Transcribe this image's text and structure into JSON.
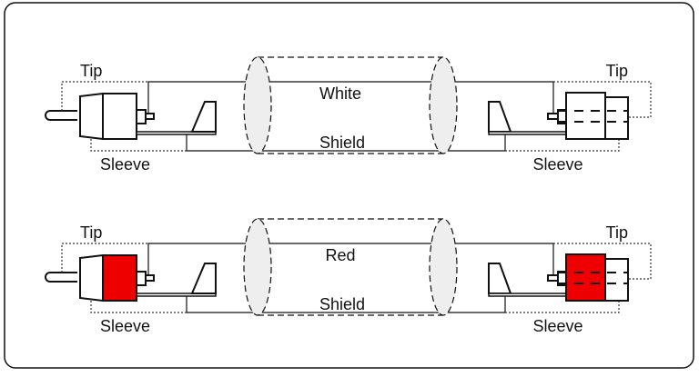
{
  "cables": [
    {
      "tip_left": "Tip",
      "sleeve_left": "Sleeve",
      "conductor": "White",
      "shield": "Shield",
      "tip_right": "Tip",
      "sleeve_right": "Sleeve",
      "plug_color": "#ffffff"
    },
    {
      "tip_left": "Tip",
      "sleeve_left": "Sleeve",
      "conductor": "Red",
      "shield": "Shield",
      "tip_right": "Tip",
      "sleeve_right": "Sleeve",
      "plug_color": "#ee0000"
    }
  ]
}
